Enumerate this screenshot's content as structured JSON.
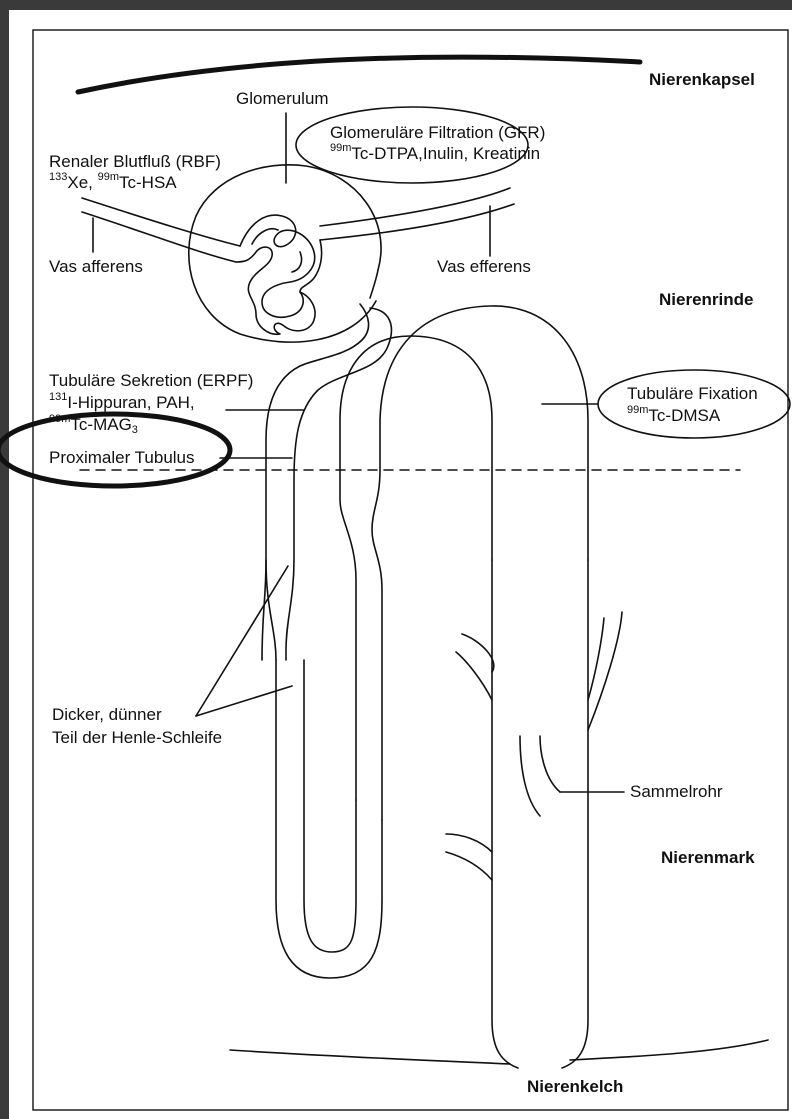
{
  "zones": {
    "capsule": "Nierenkapsel",
    "cortex": "Nierenrinde",
    "medulla": "Nierenmark",
    "calyx": "Nierenkelch"
  },
  "labels": {
    "glomerulum": "Glomerulum",
    "gfr_title": "Glomeruläre Filtration (GFR)",
    "gfr_tracer_isotope": "99m",
    "gfr_tracers": "Tc-DTPA,Inulin, Kreatinin",
    "rbf_title": "Renaler Blutfluß (RBF)",
    "rbf_isotope_1": "133",
    "rbf_tracer_1": "Xe, ",
    "rbf_isotope_2": "99m",
    "rbf_tracer_2": "Tc-HSA",
    "vas_afferens": "Vas afferens",
    "vas_efferens": "Vas efferens",
    "erpf_title": "Tubuläre Sekretion (ERPF)",
    "erpf_isotope_1": "131",
    "erpf_tracer_1": "I-Hippuran, PAH,",
    "erpf_isotope_2": "99m",
    "erpf_tracer_2": "Tc-MAG",
    "erpf_tracer_2_sub": "3",
    "proximal_tubulus": "Proximaler Tubulus",
    "fixation_title": "Tubuläre Fixation",
    "fixation_isotope": "99m",
    "fixation_tracer": "Tc-DMSA",
    "henle_line_1": "Dicker, dünner",
    "henle_line_2": "Teil der Henle-Schleife",
    "sammelrohr": "Sammelrohr"
  },
  "colors": {
    "ink": "#111111",
    "frame": "#3a3a3a",
    "background": "#ffffff"
  }
}
